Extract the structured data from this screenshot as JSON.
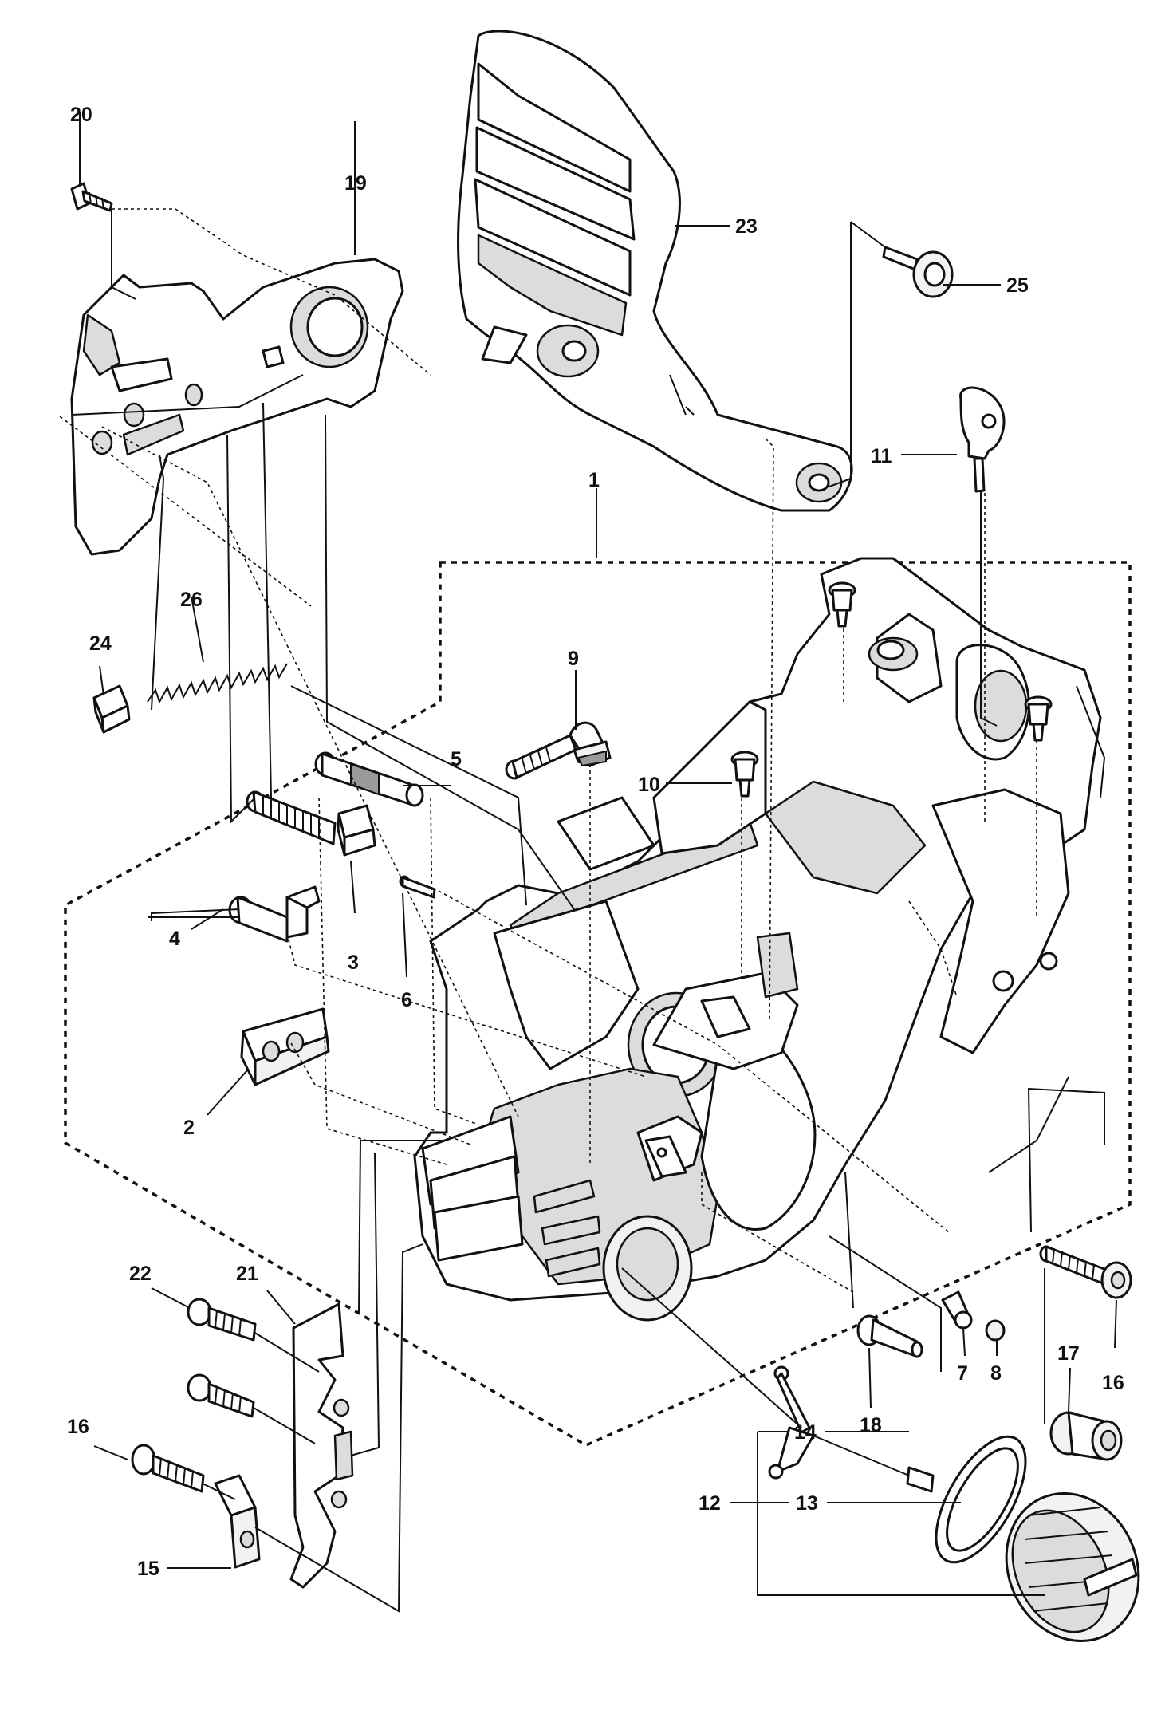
{
  "diagram": {
    "callouts": [
      {
        "id": "c1",
        "label": "1"
      },
      {
        "id": "c2",
        "label": "2"
      },
      {
        "id": "c3",
        "label": "3"
      },
      {
        "id": "c4",
        "label": "4"
      },
      {
        "id": "c5",
        "label": "5"
      },
      {
        "id": "c6",
        "label": "6"
      },
      {
        "id": "c7",
        "label": "7"
      },
      {
        "id": "c8",
        "label": "8"
      },
      {
        "id": "c9",
        "label": "9"
      },
      {
        "id": "c10",
        "label": "10"
      },
      {
        "id": "c11",
        "label": "11"
      },
      {
        "id": "c12",
        "label": "12"
      },
      {
        "id": "c13",
        "label": "13"
      },
      {
        "id": "c14",
        "label": "14"
      },
      {
        "id": "c15",
        "label": "15"
      },
      {
        "id": "c16a",
        "label": "16"
      },
      {
        "id": "c16b",
        "label": "16"
      },
      {
        "id": "c17",
        "label": "17"
      },
      {
        "id": "c18",
        "label": "18"
      },
      {
        "id": "c19",
        "label": "19"
      },
      {
        "id": "c20",
        "label": "20"
      },
      {
        "id": "c21",
        "label": "21"
      },
      {
        "id": "c22",
        "label": "22"
      },
      {
        "id": "c23",
        "label": "23"
      },
      {
        "id": "c24",
        "label": "24"
      },
      {
        "id": "c25",
        "label": "25"
      },
      {
        "id": "c26",
        "label": "26"
      }
    ]
  }
}
